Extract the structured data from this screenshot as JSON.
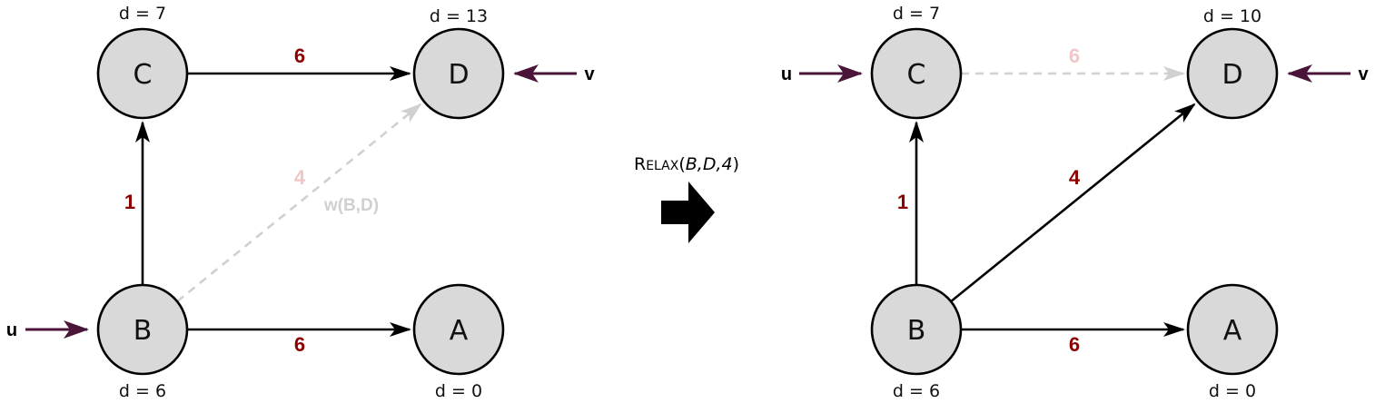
{
  "colors": {
    "node_fill": "#d9d9d9",
    "edge": "#000000",
    "edge_faded": "#d0d0d0",
    "weight": "#8b0000",
    "weight_faded": "#f2c6c6",
    "pointer": "#4a1538"
  },
  "operation": {
    "name_initial": "R",
    "name_rest": "ELAX",
    "open": "(",
    "args": "B,D,4",
    "close": ")"
  },
  "panels": [
    {
      "nodes": [
        {
          "id": "C",
          "label": "C",
          "d": "d = 7"
        },
        {
          "id": "D",
          "label": "D",
          "d": "d = 13"
        },
        {
          "id": "B",
          "label": "B",
          "d": "d = 6"
        },
        {
          "id": "A",
          "label": "A",
          "d": "d = 0"
        }
      ],
      "edges": [
        {
          "from": "C",
          "to": "D",
          "weight": "6",
          "style": "solid"
        },
        {
          "from": "B",
          "to": "C",
          "weight": "1",
          "style": "solid"
        },
        {
          "from": "B",
          "to": "A",
          "weight": "6",
          "style": "solid"
        },
        {
          "from": "B",
          "to": "D",
          "weight": "4",
          "style": "dashed",
          "annotation": "w(B,D)"
        }
      ],
      "pointers": [
        {
          "label": "u",
          "target": "B"
        },
        {
          "label": "v",
          "target": "D"
        }
      ]
    },
    {
      "nodes": [
        {
          "id": "C",
          "label": "C",
          "d": "d = 7"
        },
        {
          "id": "D",
          "label": "D",
          "d": "d = 10"
        },
        {
          "id": "B",
          "label": "B",
          "d": "d = 6"
        },
        {
          "id": "A",
          "label": "A",
          "d": "d = 0"
        }
      ],
      "edges": [
        {
          "from": "C",
          "to": "D",
          "weight": "6",
          "style": "dashed"
        },
        {
          "from": "B",
          "to": "C",
          "weight": "1",
          "style": "solid"
        },
        {
          "from": "B",
          "to": "A",
          "weight": "6",
          "style": "solid"
        },
        {
          "from": "B",
          "to": "D",
          "weight": "4",
          "style": "solid"
        }
      ],
      "pointers": [
        {
          "label": "u",
          "target": "C"
        },
        {
          "label": "v",
          "target": "D"
        }
      ]
    }
  ]
}
